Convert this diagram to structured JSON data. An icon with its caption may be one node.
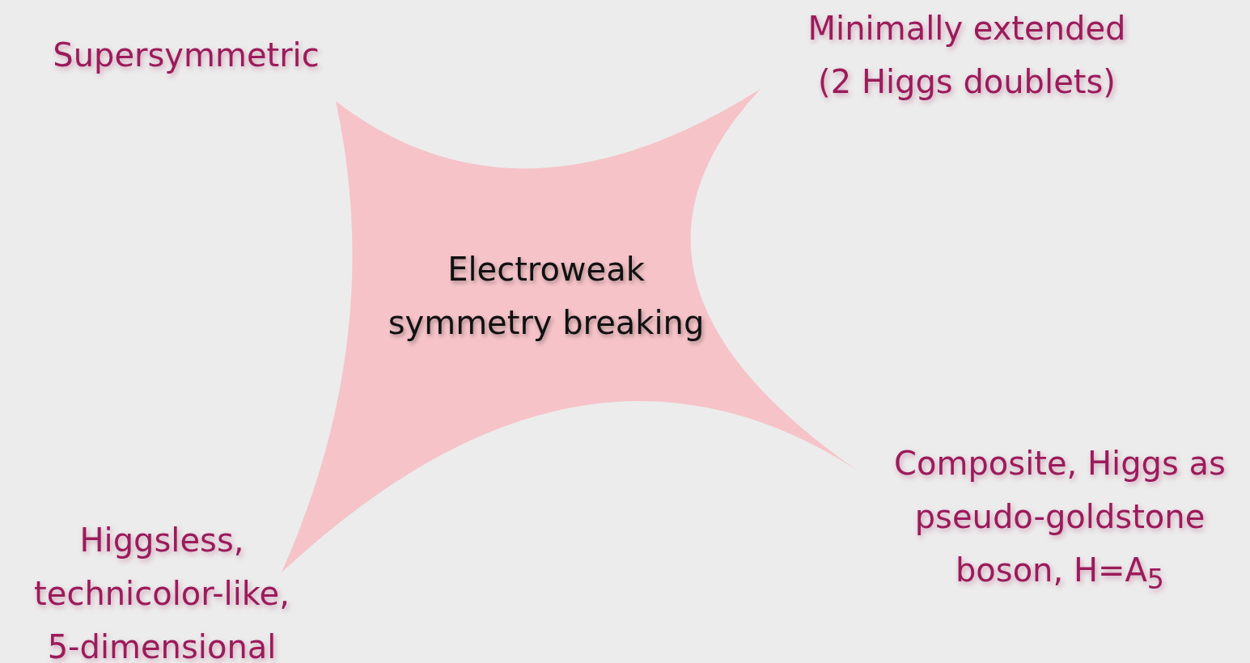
{
  "diagram": {
    "nodes": [
      {
        "text": [
          "Electroweak symmetry breaking"
        ]
      }
    ],
    "labels": [
      "Supersymmetric",
      "Minimally extended (2 Higgs doublets)",
      "Composite, Higgs as pseudo-goldstone boson, H=A$_{5}$",
      "Higgsless, technicolor-like, 5-dimensional"
    ]
  }
}
